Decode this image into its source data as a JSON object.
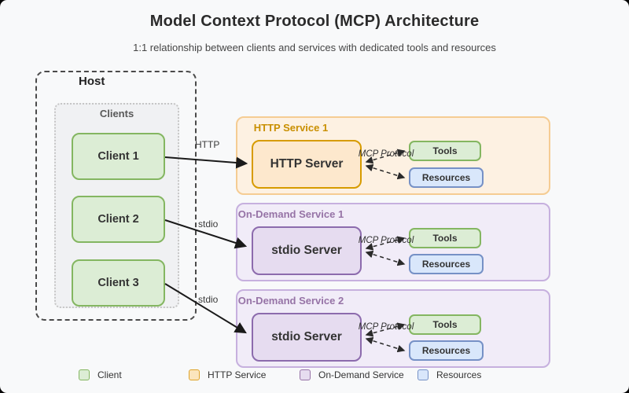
{
  "title": "Model Context Protocol (MCP) Architecture",
  "subtitle": "1:1 relationship between clients and services with dedicated tools and resources",
  "host": {
    "label": "Host",
    "clients_group_label": "Clients",
    "clients": [
      {
        "label": "Client 1"
      },
      {
        "label": "Client 2"
      },
      {
        "label": "Client 3"
      }
    ]
  },
  "services": [
    {
      "name": "HTTP Service 1",
      "type": "http",
      "server_label": "HTTP Server",
      "protocol_label": "MCP Protocol",
      "tools_label": "Tools",
      "resources_label": "Resources"
    },
    {
      "name": "On-Demand Service 1",
      "type": "on-demand",
      "server_label": "stdio Server",
      "protocol_label": "MCP Protocol",
      "tools_label": "Tools",
      "resources_label": "Resources"
    },
    {
      "name": "On-Demand Service 2",
      "type": "on-demand",
      "server_label": "stdio Server",
      "protocol_label": "MCP Protocol",
      "tools_label": "Tools",
      "resources_label": "Resources"
    }
  ],
  "connections": [
    {
      "from": "Client 1",
      "to": "HTTP Server",
      "label": "HTTP"
    },
    {
      "from": "Client 2",
      "to": "stdio Server (On-Demand Service 1)",
      "label": "stdio"
    },
    {
      "from": "Client 3",
      "to": "stdio Server (On-Demand Service 2)",
      "label": "stdio"
    }
  ],
  "legend": [
    {
      "label": "Client",
      "fill": "#dcedd5",
      "border": "#84b661"
    },
    {
      "label": "HTTP Service",
      "fill": "#fbe5bd",
      "border": "#dfa32a"
    },
    {
      "label": "On-Demand Service",
      "fill": "#e6dcf0",
      "border": "#9673a6"
    },
    {
      "label": "Resources",
      "fill": "#d9e7fb",
      "border": "#7691c6"
    }
  ],
  "colors": {
    "page_background": "#f8f9fa",
    "client_fill": "#dcedd5",
    "client_border": "#84b661",
    "http_container_fill": "#fdf1e2",
    "http_container_border": "#f5cc93",
    "http_label": "#c98f00",
    "http_server_fill": "#fde8cd",
    "http_server_border": "#d79b00",
    "od_container_fill": "#f1ecf8",
    "od_container_border": "#c6b0de",
    "od_label": "#9673a6",
    "stdio_server_fill": "#e6dcf0",
    "stdio_server_border": "#8c6bad",
    "resources_fill": "#d9e7fb",
    "resources_border": "#7691c6",
    "arrow": "#1a1a1a"
  }
}
